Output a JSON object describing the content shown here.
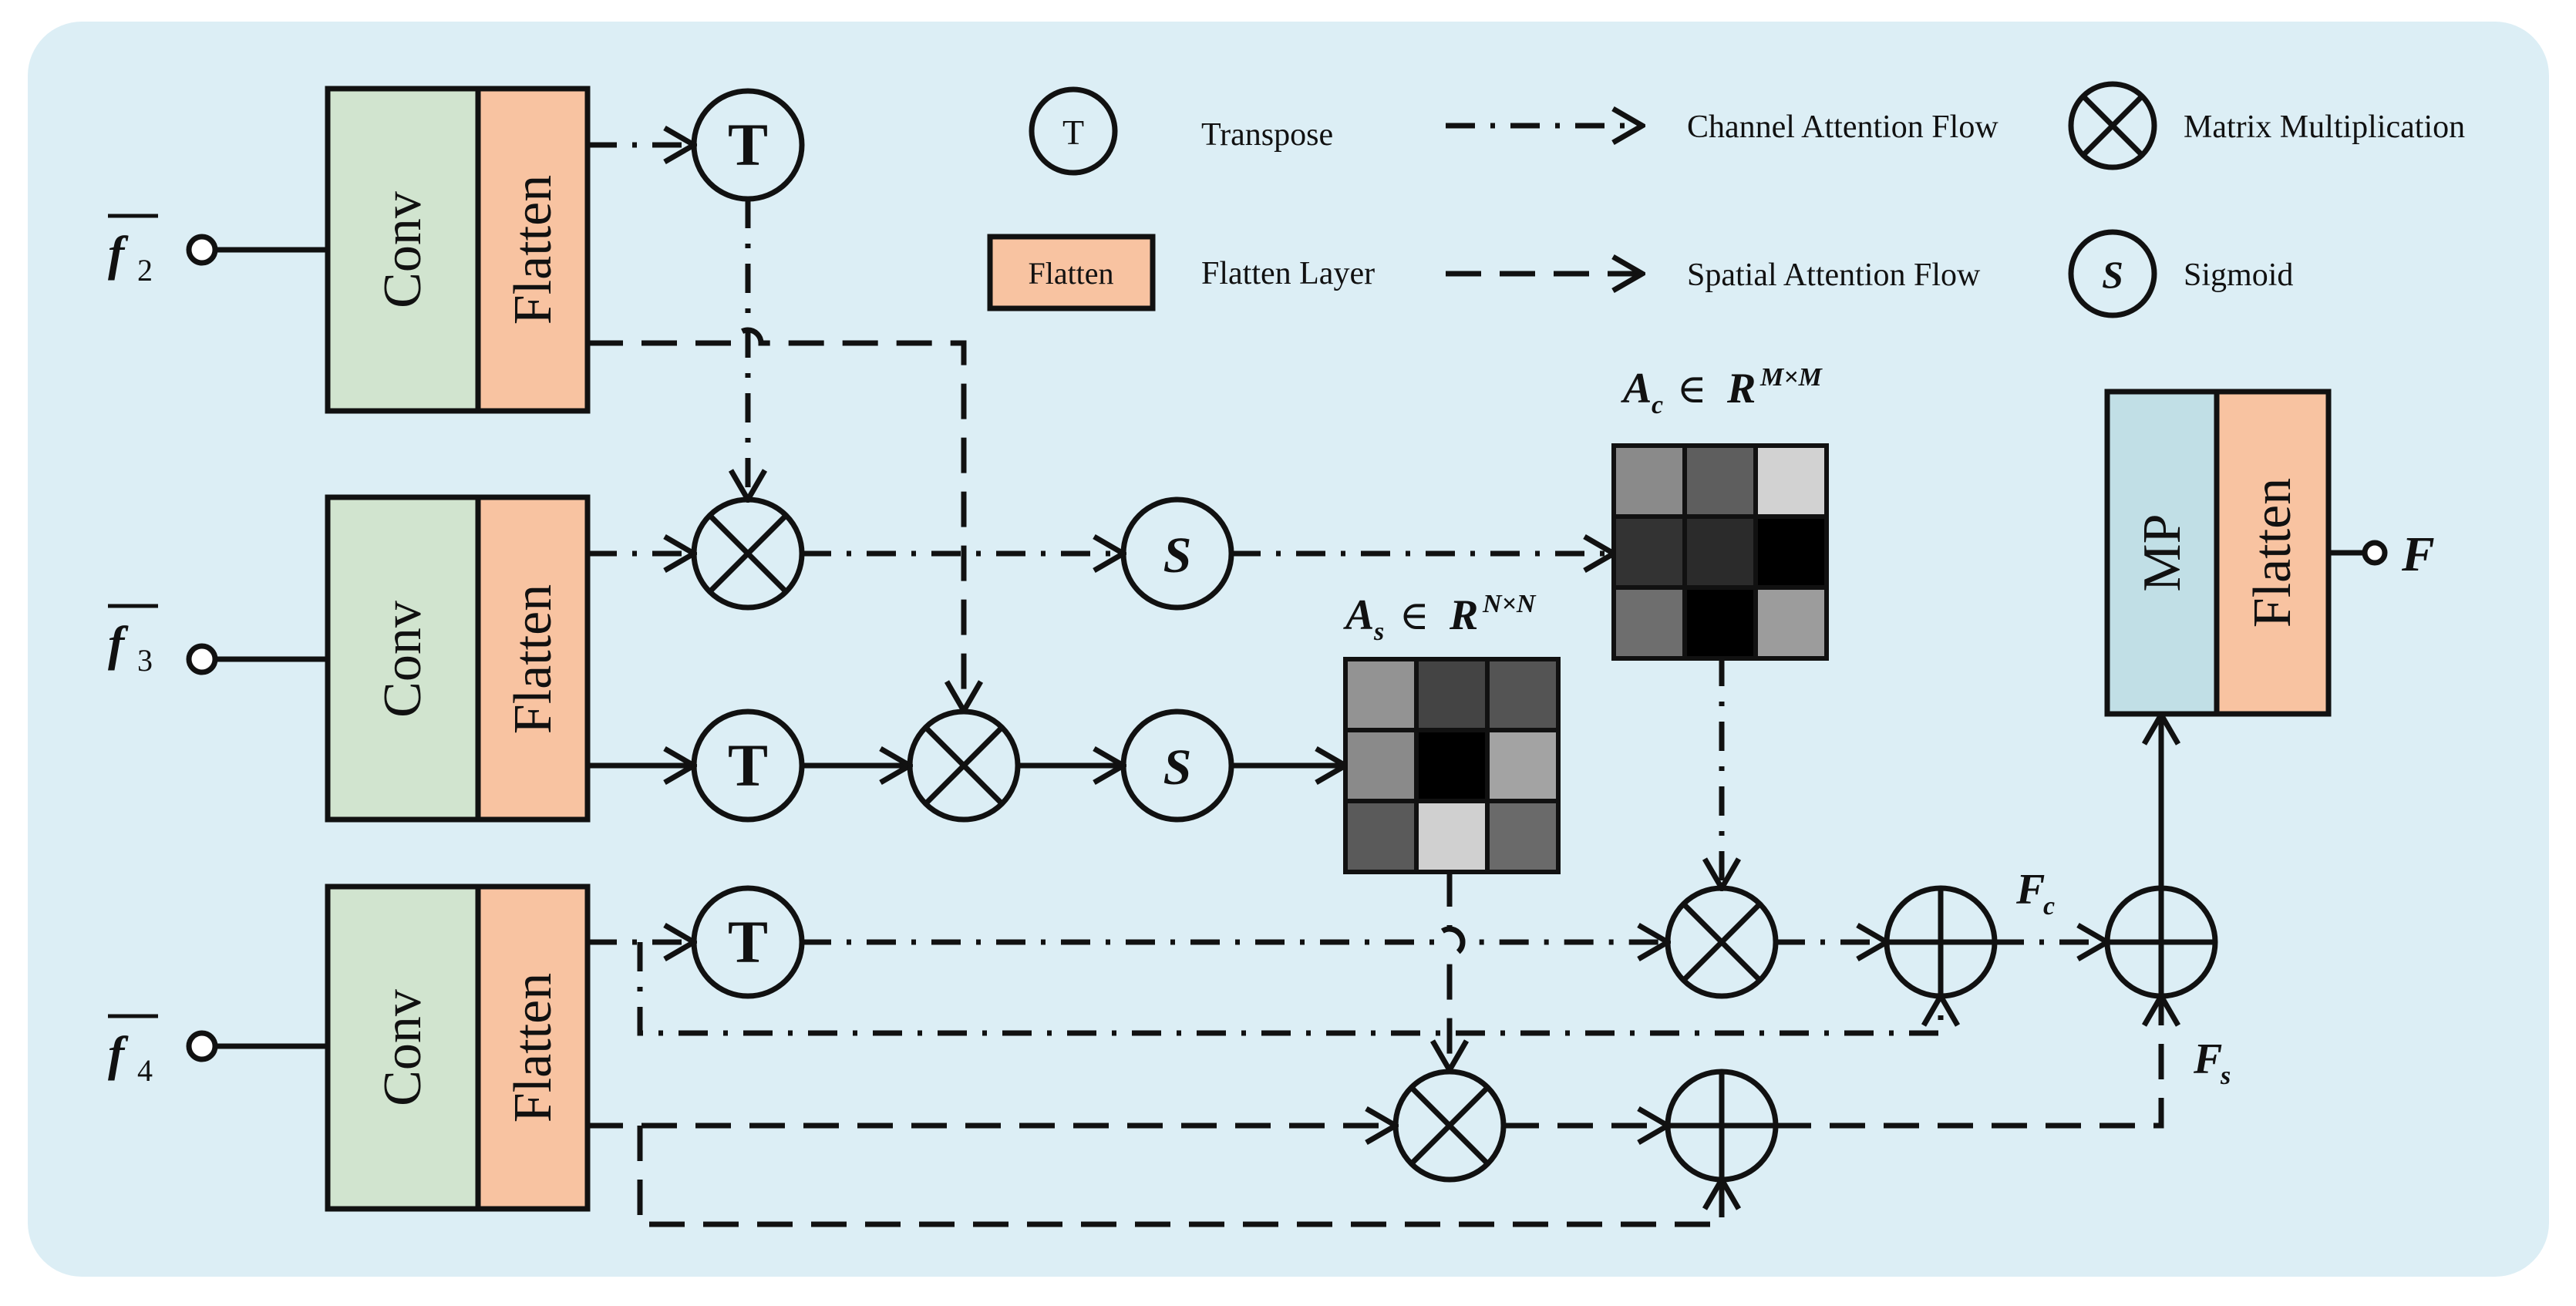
{
  "diagram": {
    "colors": {
      "background": "#dceef5",
      "conv_fill": "#d1e4cf",
      "flatten_fill": "#f8c3a1",
      "mp_fill": "#c1dfe6",
      "stroke": "#111111"
    },
    "inputs": [
      {
        "symbol": "f",
        "subscript": "2"
      },
      {
        "symbol": "f",
        "subscript": "3"
      },
      {
        "symbol": "f",
        "subscript": "4"
      }
    ],
    "block_labels": {
      "conv": "Conv",
      "flatten": "Flatten",
      "mp": "MP"
    },
    "op_symbols": {
      "transpose": "T",
      "sigmoid": "S"
    },
    "legend": {
      "transpose": "Transpose",
      "flatten_layer": "Flatten Layer",
      "flatten_box": "Flatten",
      "channel_flow": "Channel Attention Flow",
      "spatial_flow": "Spatial Attention Flow",
      "matmul": "Matrix Multiplication",
      "sigmoid": "Sigmoid"
    },
    "attention_maps": {
      "channel": {
        "symbol": "A",
        "subscript": "c",
        "in_symbol": "∈",
        "space": "R",
        "superscript": "M×M",
        "grid": [
          "#8a8a8a",
          "#5e5e5e",
          "#d2d2d2",
          "#333333",
          "#2b2b2b",
          "#000000",
          "#6e6e6e",
          "#000000",
          "#9c9c9c"
        ]
      },
      "spatial": {
        "symbol": "A",
        "subscript": "s",
        "in_symbol": "∈",
        "space": "R",
        "superscript": "N×N",
        "grid": [
          "#939393",
          "#444444",
          "#545454",
          "#8a8a8a",
          "#000000",
          "#a3a3a3",
          "#5a5a5a",
          "#d0d0d0",
          "#6a6a6a"
        ]
      }
    },
    "feature_labels": {
      "fc": {
        "symbol": "F",
        "subscript": "c"
      },
      "fs": {
        "symbol": "F",
        "subscript": "s"
      },
      "output": "F"
    }
  }
}
